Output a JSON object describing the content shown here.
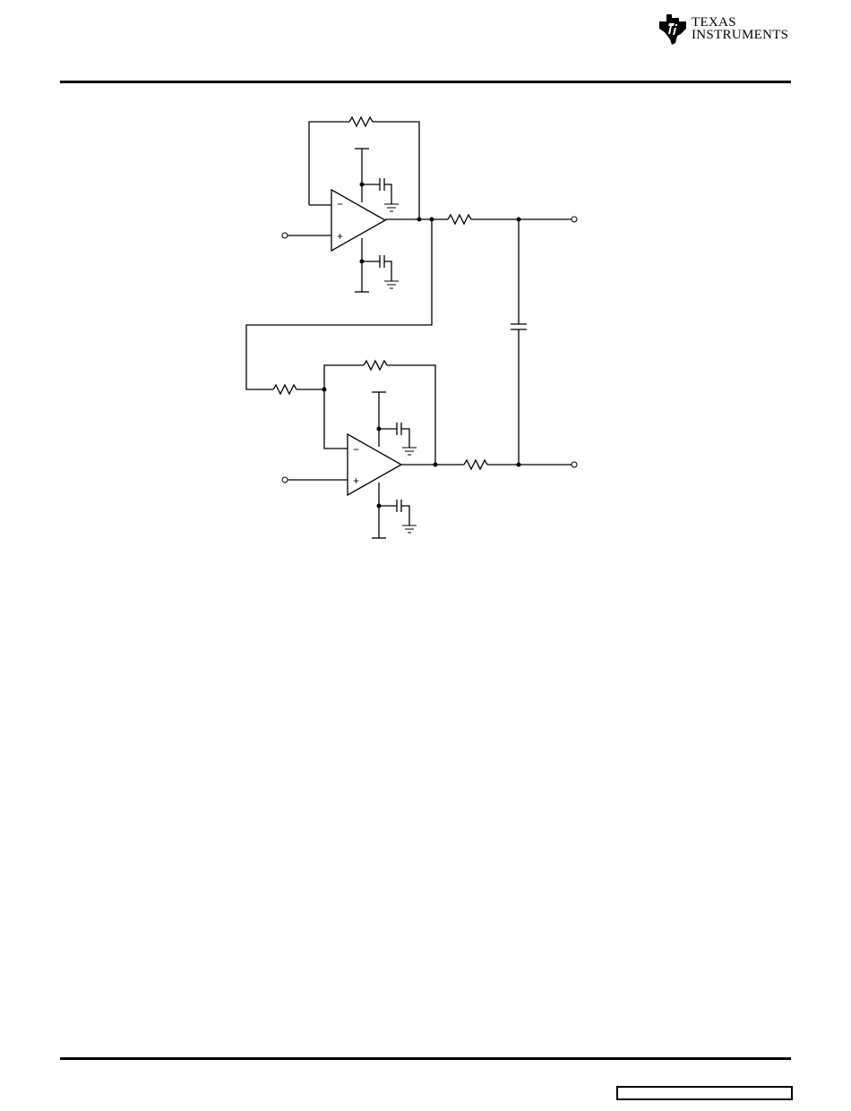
{
  "header": {
    "logo": {
      "line1": "Texas",
      "line2": "Instruments",
      "icon": "ti-state-logo-icon"
    }
  },
  "schematic": {
    "components": {
      "op_amps": 2,
      "resistors": 5,
      "capacitors": 5,
      "ground_symbols": 4,
      "terminals": 4
    },
    "opamp1": {
      "inverting_label": "−",
      "noninverting_label": "+"
    },
    "opamp2": {
      "inverting_label": "−",
      "noninverting_label": "+"
    }
  },
  "footer": {
    "box_text": ""
  }
}
